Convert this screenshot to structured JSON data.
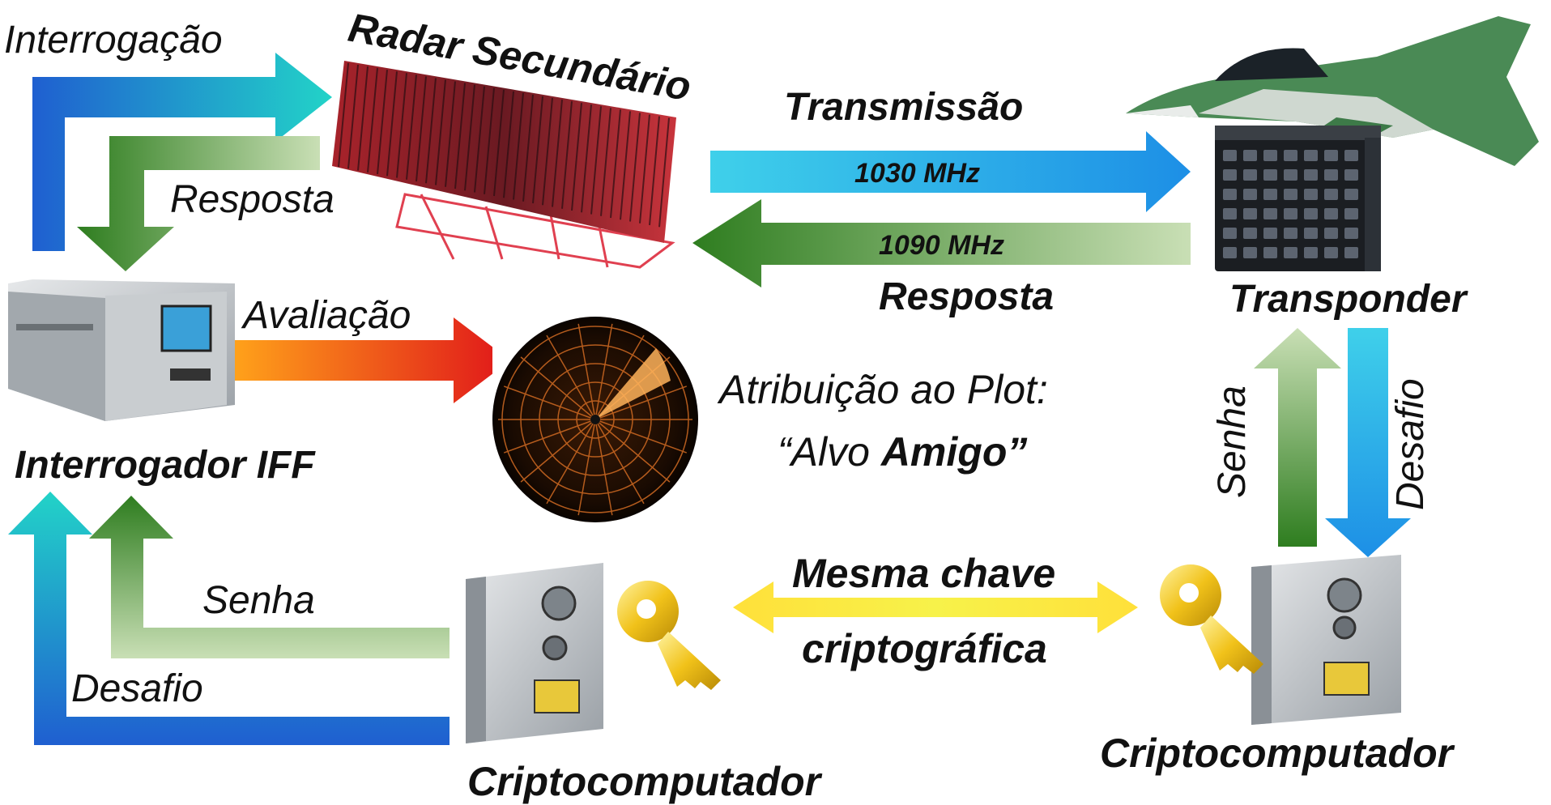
{
  "labels": {
    "interrogacao": "Interrogação",
    "radar_secundario": "Radar Secundário",
    "resposta_left": "Resposta",
    "transmissao": "Transmissão",
    "freq_1030": "1030 MHz",
    "freq_1090": "1090 MHz",
    "resposta_center": "Resposta",
    "transponder": "Transponder",
    "avaliacao": "Avaliação",
    "atribuicao_line1": "Atribuição ao Plot:",
    "atribuicao_line2_prefix": "“Alvo ",
    "atribuicao_line2_bold": "Amigo”",
    "interrogador": "Interrogador IFF",
    "senha_left": "Senha",
    "desafio_left": "Desafio",
    "mesma_line1": "Mesma chave",
    "mesma_line2": "criptográfica",
    "senha_right": "Senha",
    "desafio_right": "Desafio",
    "cripto_left": "Criptocomputador",
    "cripto_right": "Criptocomputador"
  },
  "colors": {
    "blue_dark": "#1f5fd0",
    "cyan": "#22d3c8",
    "green_dark": "#2e7d1f",
    "green_light": "#c9dfb5",
    "red": "#e0161a",
    "orange": "#ffa21a",
    "yellow": "#f3ea1a",
    "sky": "#3fb8ea"
  },
  "icons": [
    "radar-antenna-image",
    "jet-aircraft-image",
    "transponder-unit-image",
    "iff-interrogator-image",
    "radar-scope-image",
    "crypto-computer-image",
    "golden-key-icon"
  ]
}
